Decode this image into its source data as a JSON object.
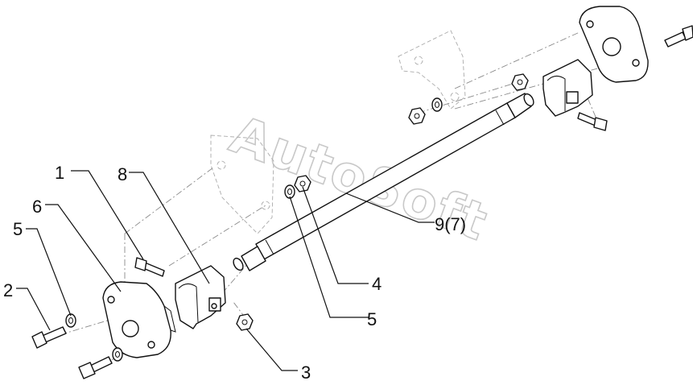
{
  "watermark": "AutoSoft",
  "callouts": [
    {
      "id": "1",
      "label": "1"
    },
    {
      "id": "8",
      "label": "8"
    },
    {
      "id": "6",
      "label": "6"
    },
    {
      "id": "5a",
      "label": "5"
    },
    {
      "id": "2",
      "label": "2"
    },
    {
      "id": "9",
      "label": "9(7)"
    },
    {
      "id": "4",
      "label": "4"
    },
    {
      "id": "5b",
      "label": "5"
    },
    {
      "id": "3",
      "label": "3"
    }
  ]
}
